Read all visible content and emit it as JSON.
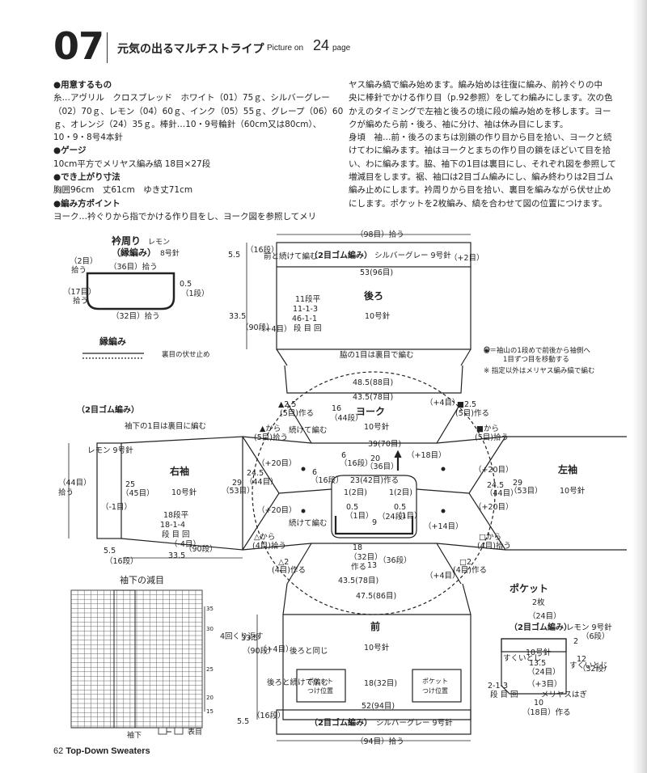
{
  "header": {
    "number": "07",
    "title": "元気の出るマルチストライプ",
    "picture_on": "Picture on",
    "page_ref": "24",
    "page_word": "page"
  },
  "left_text": [
    {
      "t": "●用意するもの",
      "h": true
    },
    {
      "t": "糸…アヴリル　クロスブレッド　ホワイト（01）75ｇ、シルバーグレー"
    },
    {
      "t": "（02）70ｇ、レモン（04）60ｇ、インク（05）55ｇ、グレープ（06）60"
    },
    {
      "t": "ｇ、オレンジ（24）35ｇ。棒針…10・9号輪針（60cm又は80cm）、"
    },
    {
      "t": "10・9・8号4本針"
    },
    {
      "t": "●ゲージ",
      "h": true
    },
    {
      "t": "10cm平方でメリヤス編み縞 18目×27段"
    },
    {
      "t": "●でき上がり寸法",
      "h": true
    },
    {
      "t": "胸囲96cm　丈61cm　ゆき丈71cm"
    },
    {
      "t": "●編み方ポイント",
      "h": true
    },
    {
      "t": "ヨーク…衿ぐりから指でかける作り目をし、ヨーク図を参照してメリ"
    }
  ],
  "right_text": [
    "ヤス編み縞で編み始めます。編み始めは往復に編み、前衿ぐりの中",
    "央に棒針でかける作り目（p.92参照）をしてわ編みにします。次の色",
    "かえのタイミングで左袖と後ろの境に段の編み始めを移します。ヨー",
    "クが編めたら前・後ろ、袖に分け、袖は休み目にします。",
    "身頃　袖…前・後ろのまちは別鎖の作り目から目を拾い、ヨークと続",
    "けてわに編みます。袖はヨークとまちの作り目の鎖をほどいて目を拾",
    "い、わに編みます。脇、袖下の1目は裏目にし、それぞれ図を参照して",
    "増減目をします。裾、袖口は2目ゴム編みにし、編み終わりは2目ゴム",
    "編み止めにします。衿周りから目を拾い、裏目を編みながら伏せ止め",
    "にします。ポケットを2枚編み、縞を合わせて図の位置につけます。"
  ],
  "labels": {
    "collar_title": "衿周り",
    "collar_color": "レモン",
    "collar_rib": "（縁編み）",
    "collar_needle": "8号針",
    "collar_36": "（36目）拾う",
    "collar_2": "（2目）",
    "collar_2b": "拾う",
    "collar_17": "（17目）",
    "collar_17b": "拾う",
    "collar_32": "（32目）拾う",
    "collar_05": "0.5",
    "collar_1": "（1段）",
    "edge_title": "縁編み",
    "edge_note": "裏目の伏せ止め",
    "back_98": "（98目）拾う",
    "back_rib": "（2目ゴム編み）",
    "back_rib_color": "シルバーグレー 9号針",
    "back_p2": "（+2目）",
    "back_53": "53(96目)",
    "back_title": "後ろ",
    "back_needle": "10号針",
    "back_55": "5.5",
    "back_16": "（16段）",
    "back_cont": "前と続けて編む",
    "back_335": "33.5",
    "back_90": "（90段）",
    "back_p4": "（+4目）",
    "back_t1": "11段平",
    "back_t2": "11-1-3",
    "back_t3": "46-1-1",
    "back_t4": "段 目 回",
    "side_note": "脇の1目は裏目で編む",
    "back_485": "48.5(88目)",
    "back_435": "43.5(78目)",
    "legend1": "◉＝袖山の1段めで前後から袖側へ",
    "legend1b": "1目ずつ目を移動する",
    "legend2": "※ 指定以外はメリヤス編み縞で編む",
    "yoke_title": "ヨーク",
    "yoke_needle": "10号針",
    "yoke_16": "16",
    "yoke_44": "（44段）",
    "yoke_39": "39(70目)",
    "yoke_20": "20",
    "yoke_36": "（36目）",
    "yoke_18p": "（+18目）",
    "yoke_23": "23(42目)作る",
    "yoke_1a": "1(2目)",
    "yoke_1b": "1(2目)",
    "yoke_05a": "0.5",
    "yoke_1da": "（1目）",
    "yoke_05b": "0.5",
    "yoke_1db": "（1目）",
    "yoke_9": "9",
    "yoke_24": "（24段）",
    "yoke_14p": "（+14目）",
    "yoke_18": "18",
    "yoke_32": "（32目）",
    "yoke_make": "作る",
    "yoke_13": "13",
    "yoke_36d": "（36段）",
    "yoke_6": "6",
    "yoke_16d": "（16段）",
    "yoke_6b": "6",
    "yoke_16db": "（16段）",
    "yoke_p20a": "（+20目）",
    "yoke_p20b": "（+20目）",
    "yoke_p20c": "（+20目）",
    "yoke_p20d": "（+20目）",
    "yoke_245a": "24.5",
    "yoke_44a": "（44目）",
    "yoke_245b": "24.5",
    "yoke_44b": "（44目）",
    "yoke_p4a": "（+4目）",
    "yoke_p4b": "（+4目）",
    "yoke_cont": "続けて編む",
    "yoke_cont2": "続けて編む",
    "tri_a": "▲2.5",
    "tri_a2": "(5目)作る",
    "tri_a3": "▲から",
    "tri_a4": "(5目)拾う",
    "sq_a": "■2.5",
    "sq_a2": "(5目)作る",
    "sq_a3": "■から",
    "sq_a4": "(5目)拾う",
    "tri_b": "△2",
    "tri_b2": "(4目)作る",
    "tri_b3": "△から",
    "tri_b4": "(4目)拾う",
    "sq_b": "□2",
    "sq_b2": "(4目)作る",
    "sq_b3": "□から",
    "sq_b4": "(4目)拾う",
    "rs_title": "右袖",
    "rs_needle": "10号針",
    "rs_25": "25",
    "rs_45": "（45目）",
    "rs_29": "29",
    "rs_53": "（53目）",
    "rs_m1": "（-1目）",
    "rs_m4": "（-4目）",
    "rs_t1": "18段平",
    "rs_t2": "18-1-4",
    "rs_t3": "段 目 回",
    "rs_rib": "（2目ゴム編み）",
    "rs_color": "レモン 9号針",
    "rs_44": "（44目）",
    "rs_44b": "拾う",
    "rs_note": "袖下の1目は裏目に編む",
    "rs_55": "5.5",
    "rs_16": "（16段）",
    "rs_335": "33.5",
    "rs_90": "（90段）",
    "ls_title": "左袖",
    "ls_needle": "10号針",
    "ls_29": "29",
    "ls_53": "（53目）",
    "dec_title": "袖下の減目",
    "dec_4": "4回くり返す",
    "dec_legend": "＝",
    "dec_legend2": "表目",
    "dec_bottom": "袖下",
    "dec_r35": "35",
    "dec_r30": "30",
    "dec_r25": "25",
    "dec_r20": "20",
    "dec_r15": "15",
    "front_435": "43.5(78目)",
    "front_475": "47.5(86目)",
    "front_title": "前",
    "front_needle": "10号針",
    "front_335": "33.5",
    "front_90": "（90段）",
    "front_p4": "（+4目）",
    "front_same": "後ろと同じ",
    "front_cont": "後ろと続けて編む",
    "front_pocket1": "ポケット",
    "front_pocket1b": "つけ位置",
    "front_pocket2": "ポケット",
    "front_pocket2b": "つけ位置",
    "front_18": "18(32目)",
    "front_52": "52(94目)",
    "front_55": "5.5",
    "front_16": "（16段）",
    "front_rib": "（2目ゴム編み）",
    "front_rib_color": "シルバーグレー 9号針",
    "front_94": "（94目）拾う",
    "pk_title": "ポケット",
    "pk_count": "2枚",
    "pk_24": "（24目）",
    "pk_rib": "（2目ゴム編み）",
    "pk_rib_color": "レモン 9号針",
    "pk_2": "2",
    "pk_6": "（6段）",
    "pk_needle": "10号針",
    "pk_135": "13.5",
    "pk_24b": "（24目）",
    "pk_p3": "（+3目）",
    "pk_12": "12",
    "pk_32": "（32段）",
    "pk_gather1": "すくいとじ",
    "pk_gather2": "すくいとじ",
    "pk_213": "2-1-3",
    "pk_213b": "段 目 回",
    "pk_10": "10",
    "pk_18": "（18目）作る",
    "pk_meri": "メリヤスはぎ"
  },
  "footer": {
    "num": "62",
    "text": "Top-Down Sweaters"
  }
}
